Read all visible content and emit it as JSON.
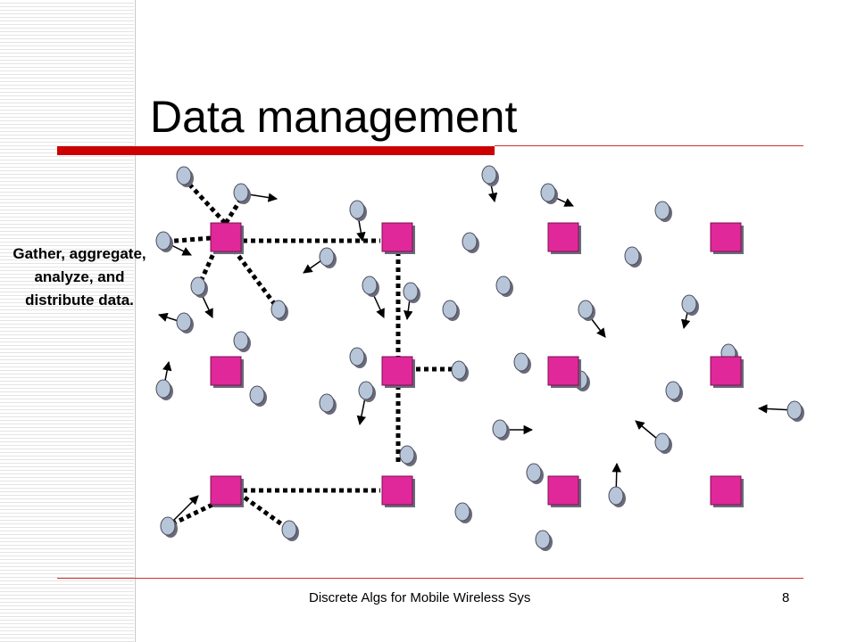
{
  "slide": {
    "title": "Data management",
    "caption": "Gather, aggregate, analyze, and distribute data.",
    "footer": "Discrete Algs for Mobile Wireless Sys",
    "page_number": "8"
  },
  "colors": {
    "accent_bar": "#cc0000",
    "base_station": "#e0289a",
    "mobile_node": "#b6c6d8",
    "shadow": "#6a6a7a"
  },
  "diagram": {
    "base_station_shape": "square",
    "mobile_node_shape": "circle",
    "link_style": "dotted",
    "base_station_count": 12,
    "mobile_node_count": 40
  }
}
